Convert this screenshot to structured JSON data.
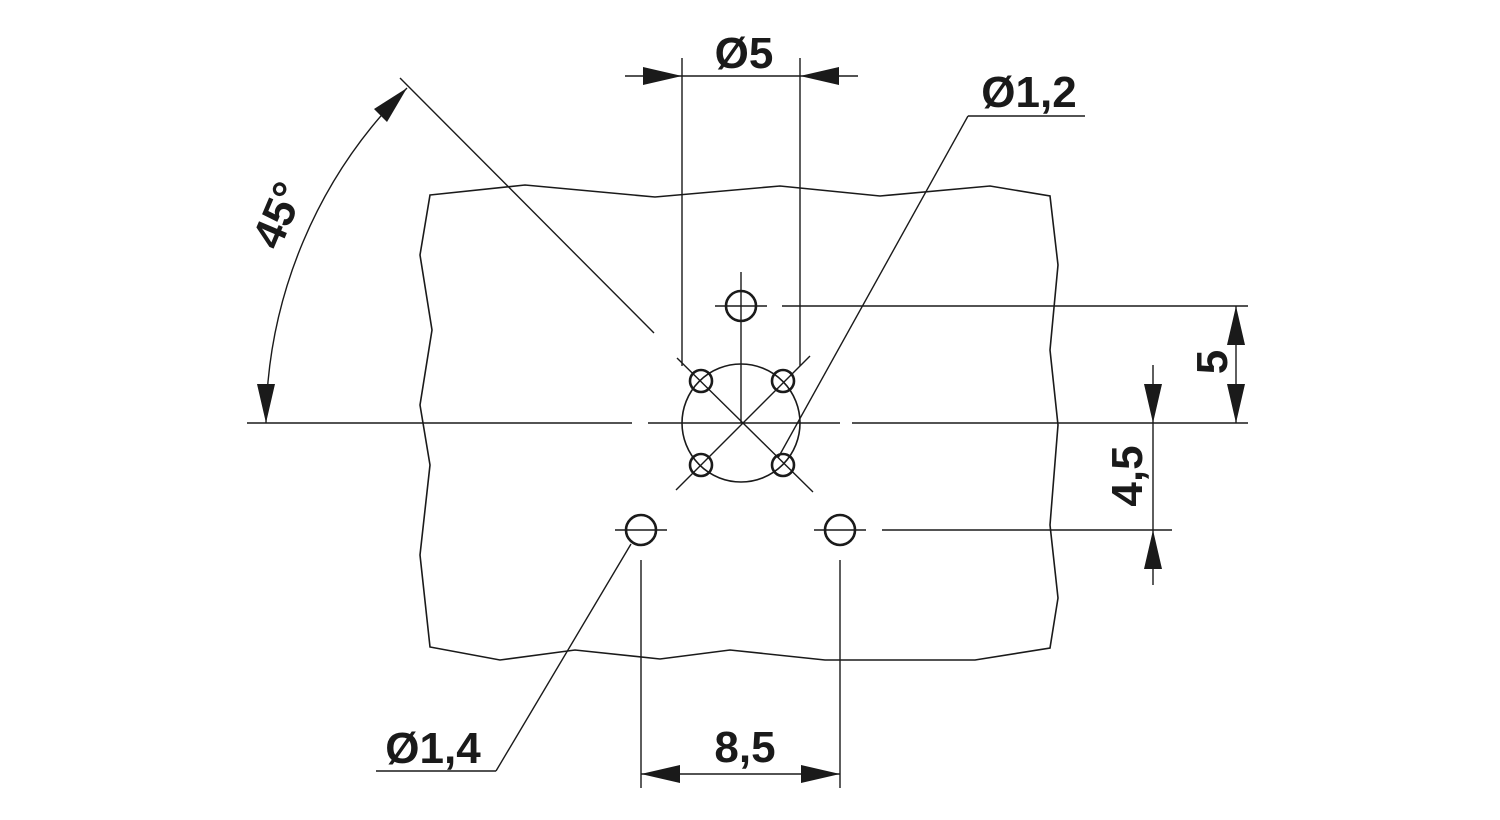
{
  "dimensions": {
    "angle": "45°",
    "center_circle_diameter": "Ø5",
    "small_hole_diameter": "Ø1,2",
    "mounting_hole_diameter": "Ø1,4",
    "mounting_hole_spacing": "8,5",
    "top_hole_offset": "5",
    "bottom_hole_offset": "4,5"
  },
  "colors": {
    "line": "#1a1a1a",
    "background": "#ffffff"
  }
}
